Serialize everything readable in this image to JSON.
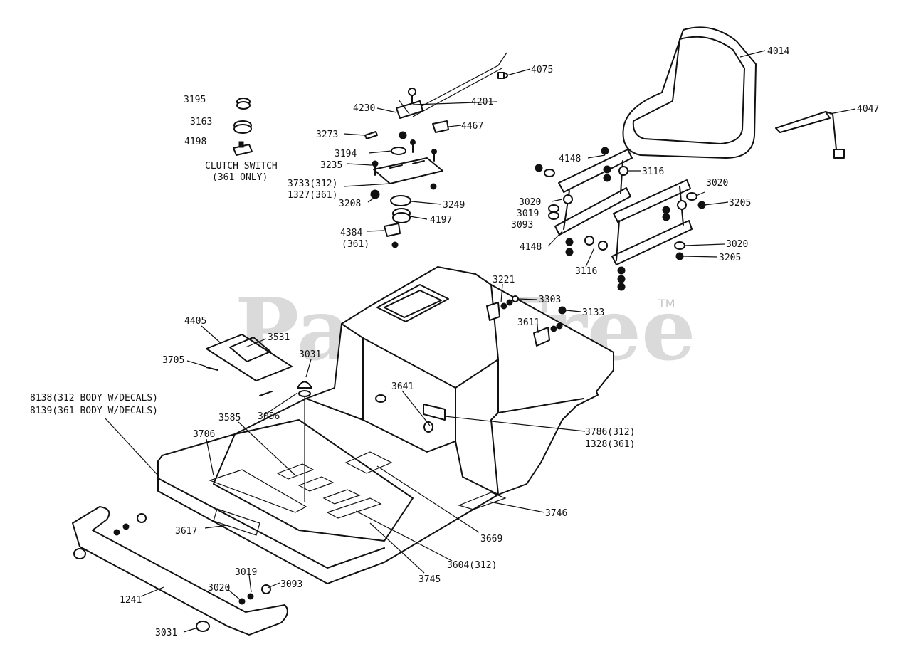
{
  "watermark": {
    "text": "PartsTree",
    "trademark": "TM"
  },
  "labels": {
    "l3195": "3195",
    "l3163": "3163",
    "l4198": "4198",
    "clutch1": "CLUTCH SWITCH",
    "clutch2": "(361 ONLY)",
    "l4230": "4230",
    "l4201": "4201",
    "l4075": "4075",
    "l3273": "3273",
    "l4467": "4467",
    "l3194": "3194",
    "l3235": "3235",
    "l3733": "3733(312)",
    "l1327": "1327(361)",
    "l3208": "3208",
    "l3249": "3249",
    "l4197": "4197",
    "l4384": "4384",
    "l361": "(361)",
    "l4014": "4014",
    "l4047": "4047",
    "l4148a": "4148",
    "l3116a": "3116",
    "l3020a": "3020",
    "l3019a": "3019",
    "l3093a": "3093",
    "l3020b": "3020",
    "l3205a": "3205",
    "l4148b": "4148",
    "l3116b": "3116",
    "l3020c": "3020",
    "l3205b": "3205",
    "l3221": "3221",
    "l3303": "3303",
    "l3133": "3133",
    "l3611": "3611",
    "l4405": "4405",
    "l3531": "3531",
    "l3705": "3705",
    "l3031a": "3031",
    "l3641": "3641",
    "l8138": "8138(312 BODY W/DECALS)",
    "l8139": "8139(361 BODY W/DECALS)",
    "l3056": "3056",
    "l3585": "3585",
    "l3706": "3706",
    "l3786": "3786(312)",
    "l1328": "1328(361)",
    "l3617": "3617",
    "l3746": "3746",
    "l3669": "3669",
    "l3604": "3604(312)",
    "l3745": "3745",
    "l3019b": "3019",
    "l3020d": "3020",
    "l3093b": "3093",
    "l1241": "1241",
    "l3031b": "3031"
  }
}
